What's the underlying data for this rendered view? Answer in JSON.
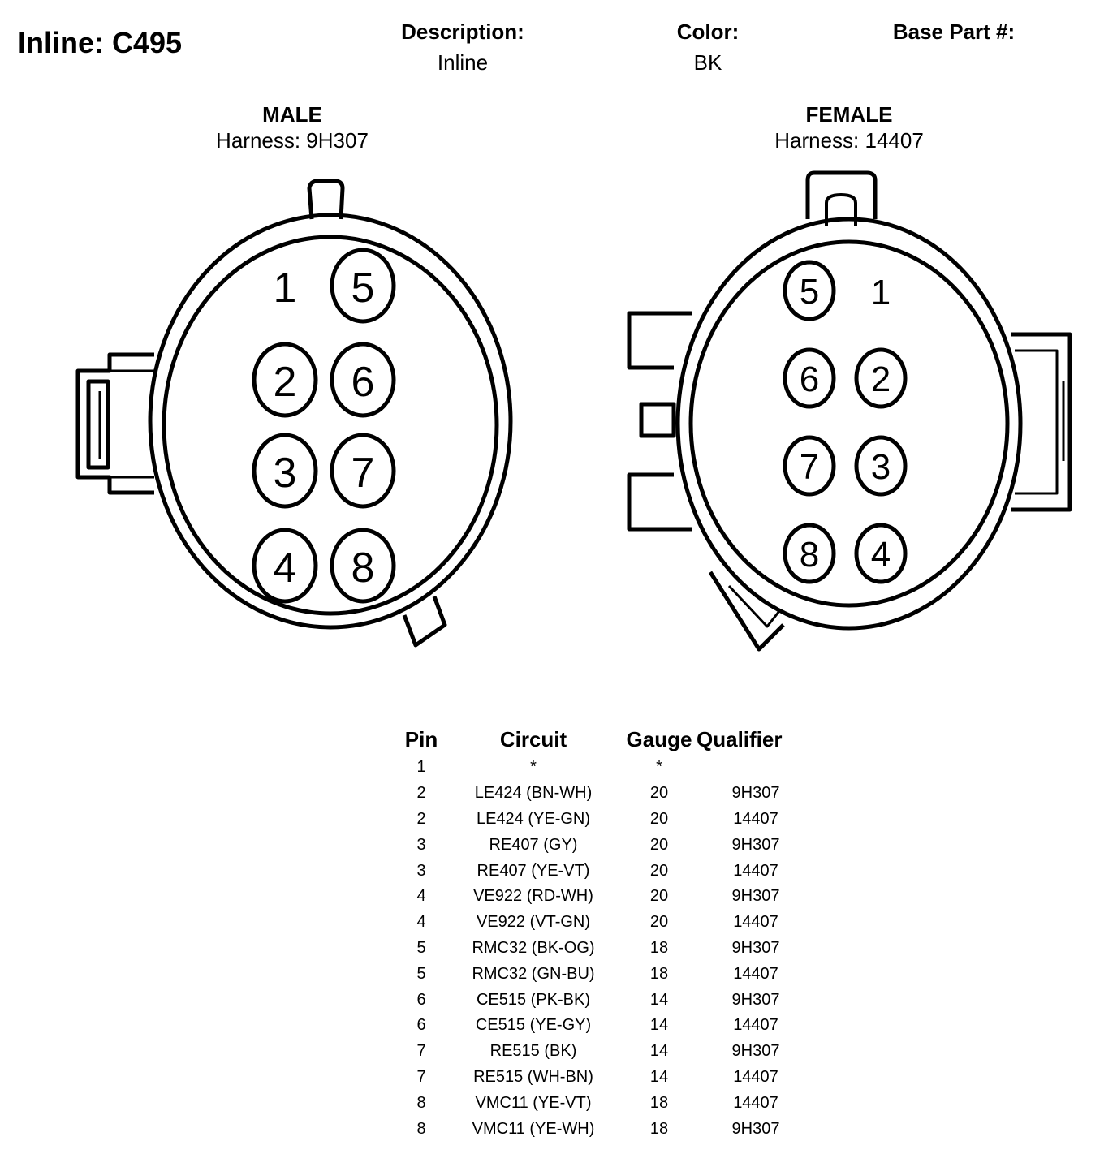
{
  "title": "Inline: C495",
  "header": {
    "description_label": "Description:",
    "description_value": "Inline",
    "color_label": "Color:",
    "color_value": "BK",
    "base_part_label": "Base Part #:"
  },
  "male": {
    "label": "MALE",
    "harness": "Harness: 9H307",
    "pins": [
      "1",
      "2",
      "3",
      "4",
      "5",
      "6",
      "7",
      "8"
    ]
  },
  "female": {
    "label": "FEMALE",
    "harness": "Harness: 14407",
    "pins": [
      "1",
      "2",
      "3",
      "4",
      "5",
      "6",
      "7",
      "8"
    ]
  },
  "table": {
    "headers": [
      "Pin",
      "Circuit",
      "Gauge",
      "Qualifier"
    ],
    "rows": [
      {
        "pin": "1",
        "circuit": "*",
        "gauge": "*",
        "qualifier": ""
      },
      {
        "pin": "2",
        "circuit": "LE424 (BN-WH)",
        "gauge": "20",
        "qualifier": "9H307"
      },
      {
        "pin": "2",
        "circuit": "LE424 (YE-GN)",
        "gauge": "20",
        "qualifier": "14407"
      },
      {
        "pin": "3",
        "circuit": "RE407 (GY)",
        "gauge": "20",
        "qualifier": "9H307"
      },
      {
        "pin": "3",
        "circuit": "RE407 (YE-VT)",
        "gauge": "20",
        "qualifier": "14407"
      },
      {
        "pin": "4",
        "circuit": "VE922 (RD-WH)",
        "gauge": "20",
        "qualifier": "9H307"
      },
      {
        "pin": "4",
        "circuit": "VE922 (VT-GN)",
        "gauge": "20",
        "qualifier": "14407"
      },
      {
        "pin": "5",
        "circuit": "RMC32 (BK-OG)",
        "gauge": "18",
        "qualifier": "9H307"
      },
      {
        "pin": "5",
        "circuit": "RMC32 (GN-BU)",
        "gauge": "18",
        "qualifier": "14407"
      },
      {
        "pin": "6",
        "circuit": "CE515 (PK-BK)",
        "gauge": "14",
        "qualifier": "9H307"
      },
      {
        "pin": "6",
        "circuit": "CE515 (YE-GY)",
        "gauge": "14",
        "qualifier": "14407"
      },
      {
        "pin": "7",
        "circuit": "RE515 (BK)",
        "gauge": "14",
        "qualifier": "9H307"
      },
      {
        "pin": "7",
        "circuit": "RE515 (WH-BN)",
        "gauge": "14",
        "qualifier": "14407"
      },
      {
        "pin": "8",
        "circuit": "VMC11 (YE-VT)",
        "gauge": "18",
        "qualifier": "14407"
      },
      {
        "pin": "8",
        "circuit": "VMC11 (YE-WH)",
        "gauge": "18",
        "qualifier": "9H307"
      }
    ]
  }
}
